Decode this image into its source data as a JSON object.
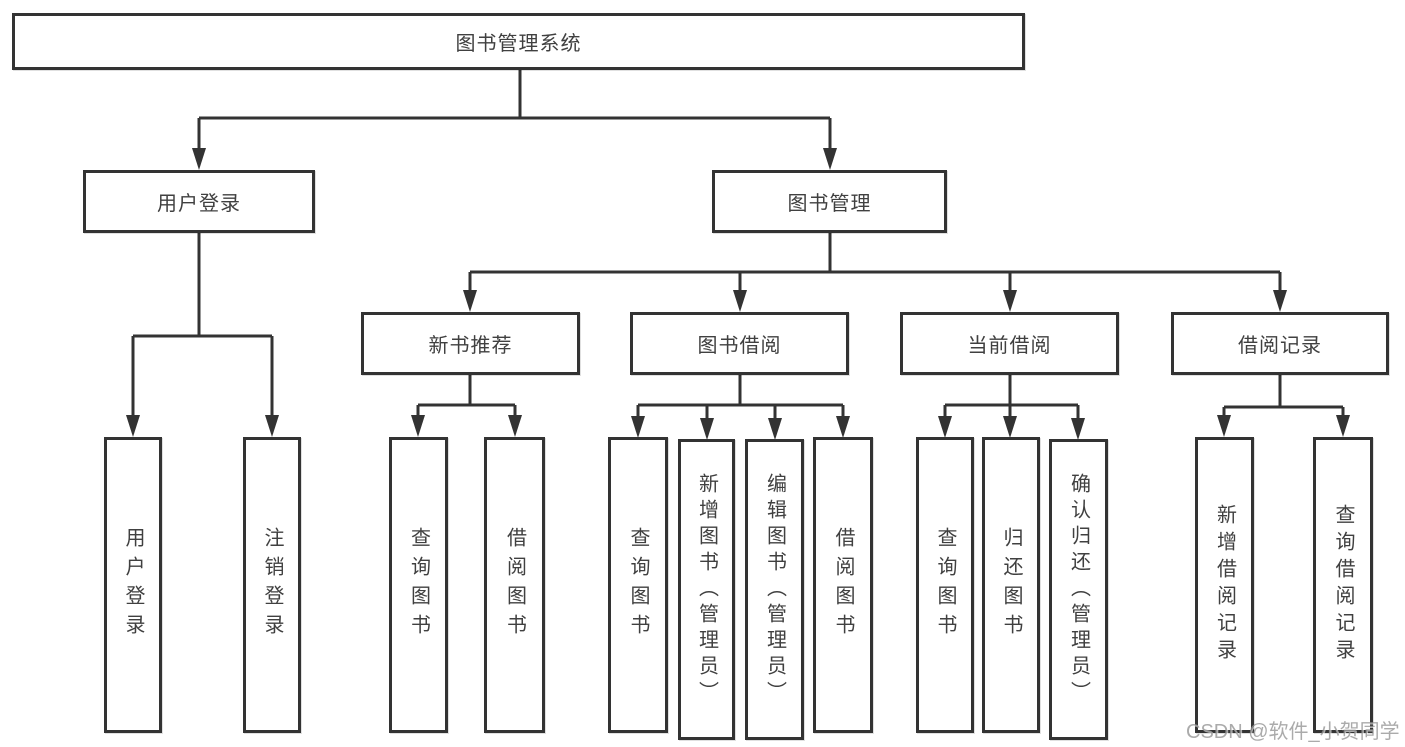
{
  "diagram": {
    "title": "图书管理系统",
    "level2": [
      "用户登录",
      "图书管理"
    ],
    "level3": [
      "新书推荐",
      "图书借阅",
      "当前借阅",
      "借阅记录"
    ],
    "leaves": {
      "user": [
        "用户登录",
        "注销登录"
      ],
      "newbook": [
        "查询图书",
        "借阅图书"
      ],
      "borrow": [
        "查询图书",
        "新增图书（管理员）",
        "编辑图书（管理员）",
        "借阅图书"
      ],
      "current": [
        "查询图书",
        "归还图书",
        "确认归还（管理员）"
      ],
      "records": [
        "新增借阅记录",
        "查询借阅记录"
      ]
    }
  },
  "watermark": "CSDN @软件_小贺同学",
  "colors": {
    "line": "#333333",
    "text": "#404040",
    "watermark": "#949494",
    "background": "#ffffff"
  }
}
